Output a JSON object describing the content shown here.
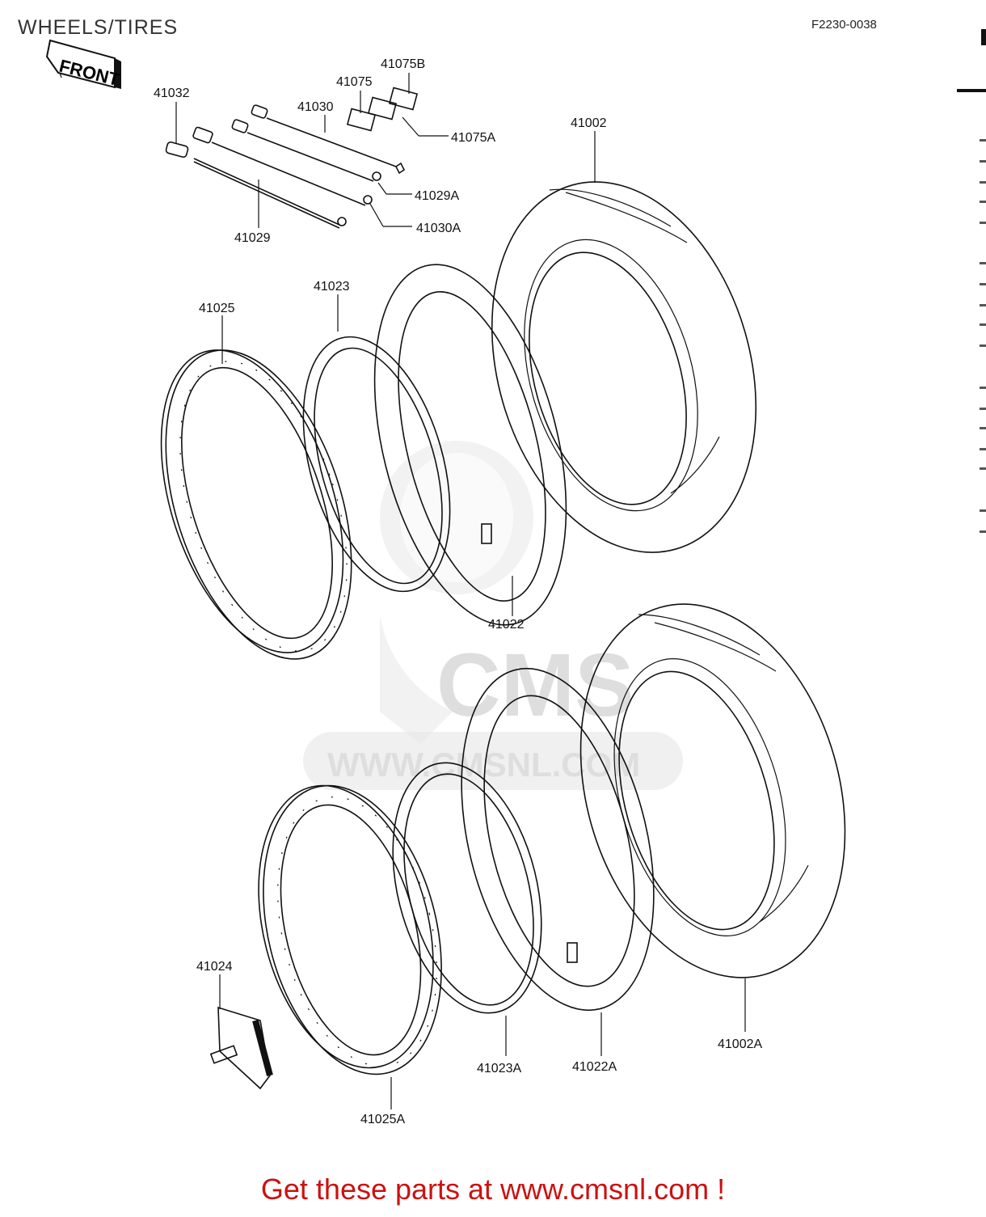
{
  "header": {
    "title": "WHEELS/TIRES",
    "figure_code": "F2230-0038",
    "front_sign": "FRONT"
  },
  "watermark": {
    "logo": "CMS",
    "url": "WWW.CMSNL.COM"
  },
  "labels": {
    "p41032": "41032",
    "p41075": "41075",
    "p41075B": "41075B",
    "p41030": "41030",
    "p41075A": "41075A",
    "p41002": "41002",
    "p41029A": "41029A",
    "p41030A": "41030A",
    "p41029": "41029",
    "p41023": "41023",
    "p41025": "41025",
    "p41022": "41022",
    "p41024": "41024",
    "p41023A": "41023A",
    "p41022A": "41022A",
    "p41002A": "41002A",
    "p41025A": "41025A"
  },
  "footer": {
    "text": "Get these parts at www.cmsnl.com !"
  }
}
